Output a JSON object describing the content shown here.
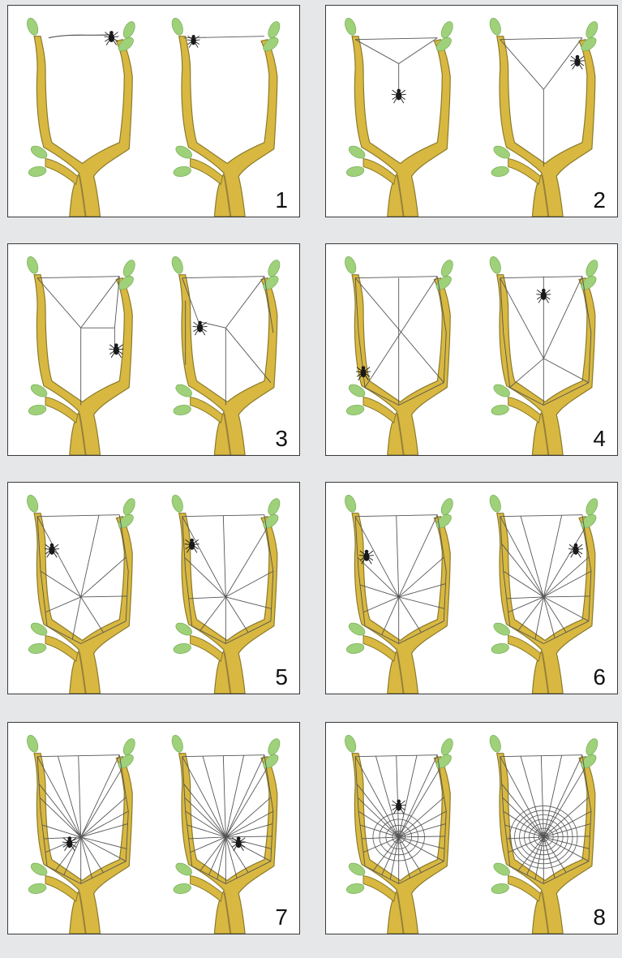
{
  "colors": {
    "background": "#e6e7e9",
    "panel": "#ffffff",
    "branch": "#d8b840",
    "branch_dark": "#8a7a2a",
    "trunk_base": "#6b5a3a",
    "leaf": "#9fd07a",
    "web": "#555555",
    "spider": "#1a1a1a"
  },
  "panels": [
    {
      "number": "1",
      "stages": [
        "bridge-line",
        "bridge-line-reinforced"
      ]
    },
    {
      "number": "2",
      "stages": [
        "y-drop",
        "y-frame"
      ]
    },
    {
      "number": "3",
      "stages": [
        "frame-side",
        "frame-radial"
      ]
    },
    {
      "number": "4",
      "stages": [
        "frame-cross",
        "frame-hub"
      ]
    },
    {
      "number": "5",
      "stages": [
        "radials-few",
        "radials-more"
      ]
    },
    {
      "number": "6",
      "stages": [
        "radials-many",
        "radials-fan"
      ]
    },
    {
      "number": "7",
      "stages": [
        "radials-full",
        "radials-complete"
      ]
    },
    {
      "number": "8",
      "stages": [
        "spiral-partial",
        "spiral-complete"
      ]
    }
  ]
}
